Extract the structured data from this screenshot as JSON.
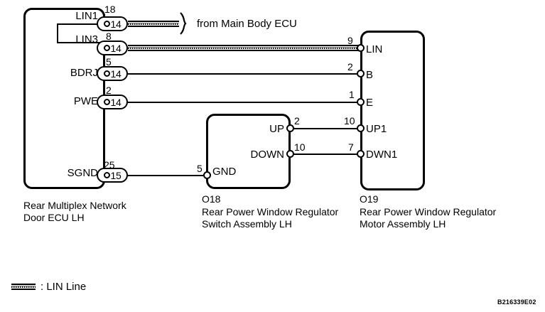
{
  "figure": {
    "id": "B216339E02",
    "note_from": "from Main Body ECU"
  },
  "legend": {
    "swatch_name": "lin-line-swatch",
    "text": ": LIN Line"
  },
  "blocks": [
    {
      "key": "rear-multiplex-network-door-ecu-lh",
      "caption_line1": "Rear Multiplex Network",
      "caption_line2": "Door ECU LH",
      "connector_id": "",
      "sub_label": "LIN3",
      "terminals": [
        {
          "name": "LIN1",
          "pin": "18",
          "connector": "14"
        },
        {
          "name": "LIN3",
          "pin": "8",
          "connector": "14"
        },
        {
          "name": "BDRJ",
          "pin": "5",
          "connector": "14"
        },
        {
          "name": "PWE",
          "pin": "2",
          "connector": "14"
        },
        {
          "name": "SGND",
          "pin": "25",
          "connector": "15"
        }
      ]
    },
    {
      "key": "rear-power-window-regulator-switch-assembly-lh",
      "connector_id": "O18",
      "caption_line1": "Rear Power Window Regulator",
      "caption_line2": "Switch Assembly LH",
      "terminals": [
        {
          "name": "UP",
          "pin": "2"
        },
        {
          "name": "DOWN",
          "pin": "10"
        },
        {
          "name": "GND",
          "pin": "5"
        }
      ]
    },
    {
      "key": "rear-power-window-regulator-motor-assembly-lh",
      "connector_id": "O19",
      "caption_line1": "Rear Power Window Regulator",
      "caption_line2": "Motor Assembly LH",
      "terminals": [
        {
          "name": "LIN",
          "pin": "9"
        },
        {
          "name": "B",
          "pin": "2"
        },
        {
          "name": "E",
          "pin": "1"
        },
        {
          "name": "UP1",
          "pin": "10"
        },
        {
          "name": "DWN1",
          "pin": "7"
        }
      ]
    }
  ],
  "colors": {
    "ink": "#000000",
    "paper": "#ffffff"
  }
}
